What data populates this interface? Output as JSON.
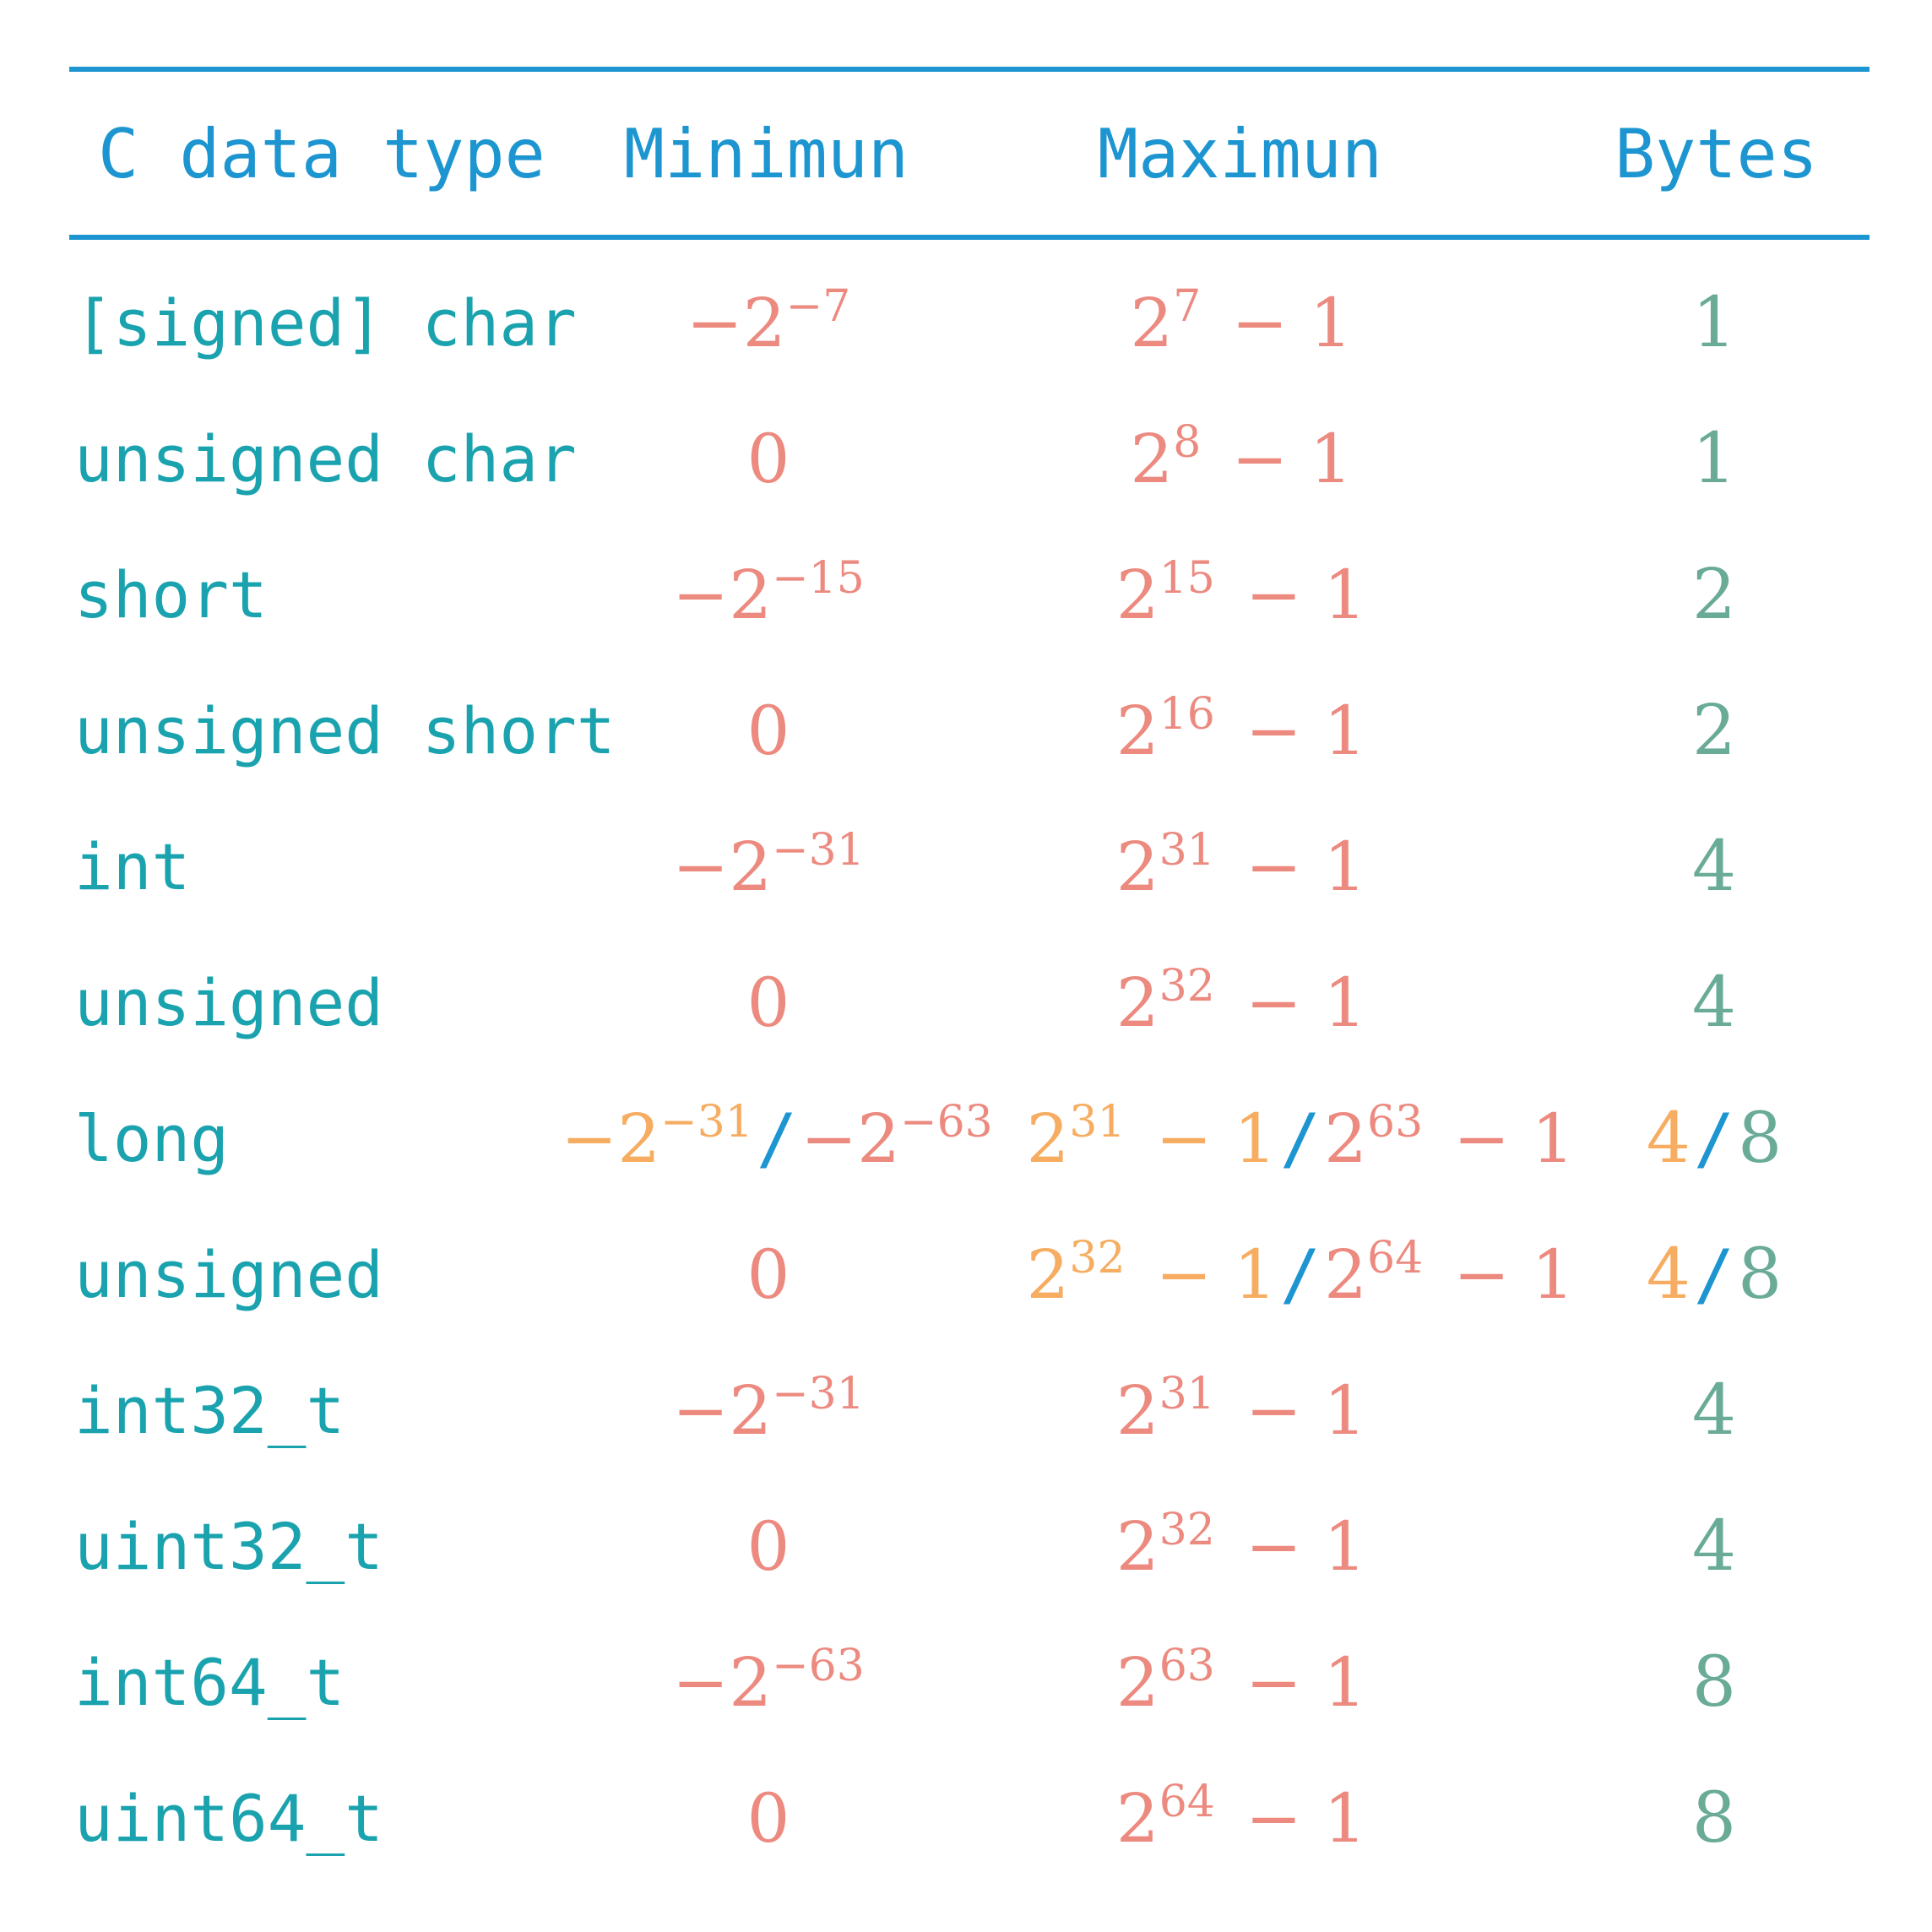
{
  "header": {
    "col_type": "C data type",
    "col_min": "Minimun",
    "col_max": "Maximun",
    "col_bytes": "Bytes"
  },
  "colors": {
    "header": "#1c95d0",
    "type": "#1aa3ae",
    "range": "#ec8a80",
    "alt_range": "#f6ad61",
    "bytes": "#6aab98",
    "separator": "#1c95d0"
  },
  "rows": [
    {
      "type": "[signed] char",
      "min_base": "−2",
      "min_exp": "−7",
      "max_base": "2",
      "max_exp": "7",
      "max_tail": "− 1",
      "bytes": "1"
    },
    {
      "type": "unsigned char",
      "min": "0",
      "max_base": "2",
      "max_exp": "8",
      "max_tail": "− 1",
      "bytes": "1"
    },
    {
      "type": "short",
      "min_base": "−2",
      "min_exp": "−15",
      "max_base": "2",
      "max_exp": "15",
      "max_tail": "− 1",
      "bytes": "2"
    },
    {
      "type": "unsigned short",
      "min": "0",
      "max_base": "2",
      "max_exp": "16",
      "max_tail": "− 1",
      "bytes": "2"
    },
    {
      "type": "int",
      "min_base": "−2",
      "min_exp": "−31",
      "max_base": "2",
      "max_exp": "31",
      "max_tail": "− 1",
      "bytes": "4"
    },
    {
      "type": "unsigned",
      "min": "0",
      "max_base": "2",
      "max_exp": "32",
      "max_tail": "− 1",
      "bytes": "4"
    },
    {
      "type": "long",
      "min_a_base": "−2",
      "min_a_exp": "−31",
      "min_sep": "/",
      "min_b_base": "−2",
      "min_b_exp": "−63",
      "max_a_base": "2",
      "max_a_exp": "31",
      "max_a_tail": "− 1",
      "max_sep": "/",
      "max_b_base": "2",
      "max_b_exp": "63",
      "max_b_tail": "− 1",
      "bytes_a": "4",
      "bytes_sep": "/",
      "bytes_b": "8"
    },
    {
      "type": "unsigned",
      "min": "0",
      "max_a_base": "2",
      "max_a_exp": "32",
      "max_a_tail": "− 1",
      "max_sep": "/",
      "max_b_base": "2",
      "max_b_exp": "64",
      "max_b_tail": "− 1",
      "bytes_a": "4",
      "bytes_sep": "/",
      "bytes_b": "8"
    },
    {
      "type": "int32_t",
      "min_base": "−2",
      "min_exp": "−31",
      "max_base": "2",
      "max_exp": "31",
      "max_tail": "− 1",
      "bytes": "4"
    },
    {
      "type": "uint32_t",
      "min": "0",
      "max_base": "2",
      "max_exp": "32",
      "max_tail": "− 1",
      "bytes": "4"
    },
    {
      "type": "int64_t",
      "min_base": "−2",
      "min_exp": "−63",
      "max_base": "2",
      "max_exp": "63",
      "max_tail": "− 1",
      "bytes": "8"
    },
    {
      "type": "uint64_t",
      "min": "0",
      "max_base": "2",
      "max_exp": "64",
      "max_tail": "− 1",
      "bytes": "8"
    }
  ]
}
